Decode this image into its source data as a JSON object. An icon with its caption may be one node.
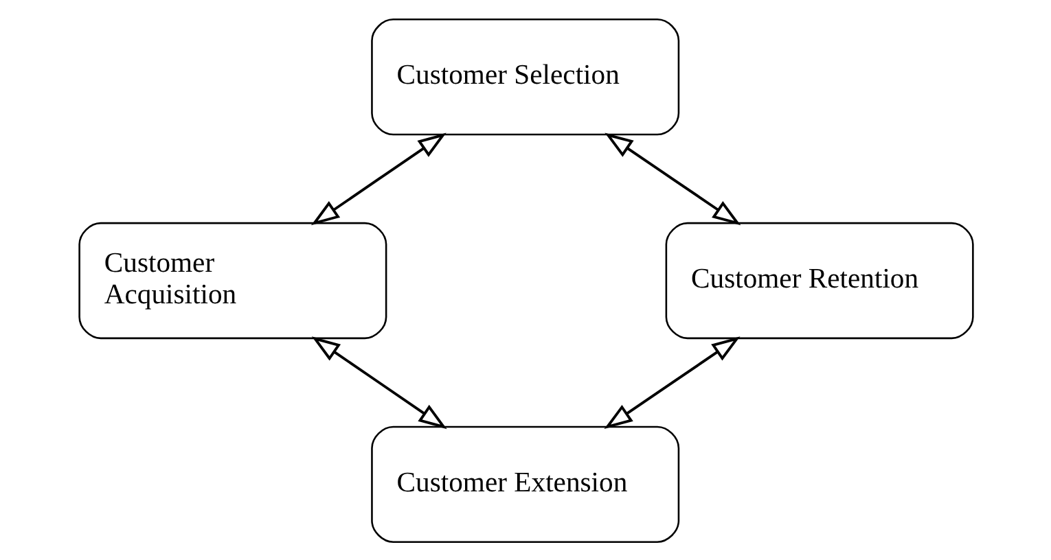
{
  "diagram": {
    "nodes": [
      {
        "text": [
          "Customer Selection"
        ]
      },
      {
        "text": [
          "Customer Acquisition"
        ]
      },
      {
        "text": [
          "Customer Extension"
        ]
      },
      {
        "text": [
          "Customer Retention"
        ]
      }
    ],
    "edges": [
      {
        "from": 0,
        "to": 1,
        "arrow": "both"
      },
      {
        "from": 1,
        "to": 2,
        "arrow": "both"
      },
      {
        "from": 2,
        "to": 3,
        "arrow": "both"
      },
      {
        "from": 3,
        "to": 0,
        "arrow": "both"
      }
    ]
  }
}
